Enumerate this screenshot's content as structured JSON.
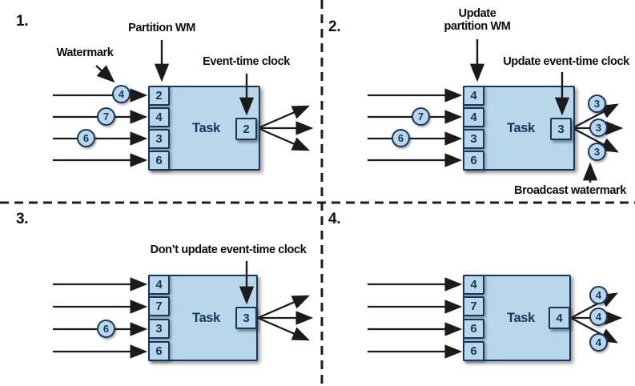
{
  "colors": {
    "shape_fill": "#b9d7ea",
    "shape_border": "#17375e",
    "arrow_line": "#1b1b1b",
    "label_text": "#0d0d0d",
    "number_text": "#16365c",
    "background": "#ffffff"
  },
  "panels": [
    {
      "number": "1.",
      "task_label": "Task",
      "clock_value": "2",
      "partition_values": [
        "2",
        "4",
        "3",
        "6"
      ],
      "input_watermarks": [
        "4",
        "7",
        "6"
      ],
      "output_watermarks": [],
      "labels": {
        "watermark": "Watermark",
        "partition_wm": "Partition WM",
        "event_time_clock": "Event-time clock"
      }
    },
    {
      "number": "2.",
      "task_label": "Task",
      "clock_value": "3",
      "partition_values": [
        "4",
        "4",
        "3",
        "6"
      ],
      "input_watermarks": [
        "7",
        "6"
      ],
      "output_watermarks": [
        "3",
        "3",
        "3"
      ],
      "labels": {
        "partition_wm": "Update\npartition WM",
        "event_time_clock": "Update event-time clock",
        "broadcast": "Broadcast watermark"
      }
    },
    {
      "number": "3.",
      "task_label": "Task",
      "clock_value": "3",
      "partition_values": [
        "4",
        "7",
        "3",
        "6"
      ],
      "input_watermarks": [
        "6"
      ],
      "output_watermarks": [],
      "labels": {
        "event_time_clock": "Don’t update event-time clock"
      }
    },
    {
      "number": "4.",
      "task_label": "Task",
      "clock_value": "4",
      "partition_values": [
        "4",
        "7",
        "6",
        "6"
      ],
      "input_watermarks": [],
      "output_watermarks": [
        "4",
        "4",
        "4"
      ],
      "labels": {}
    }
  ]
}
